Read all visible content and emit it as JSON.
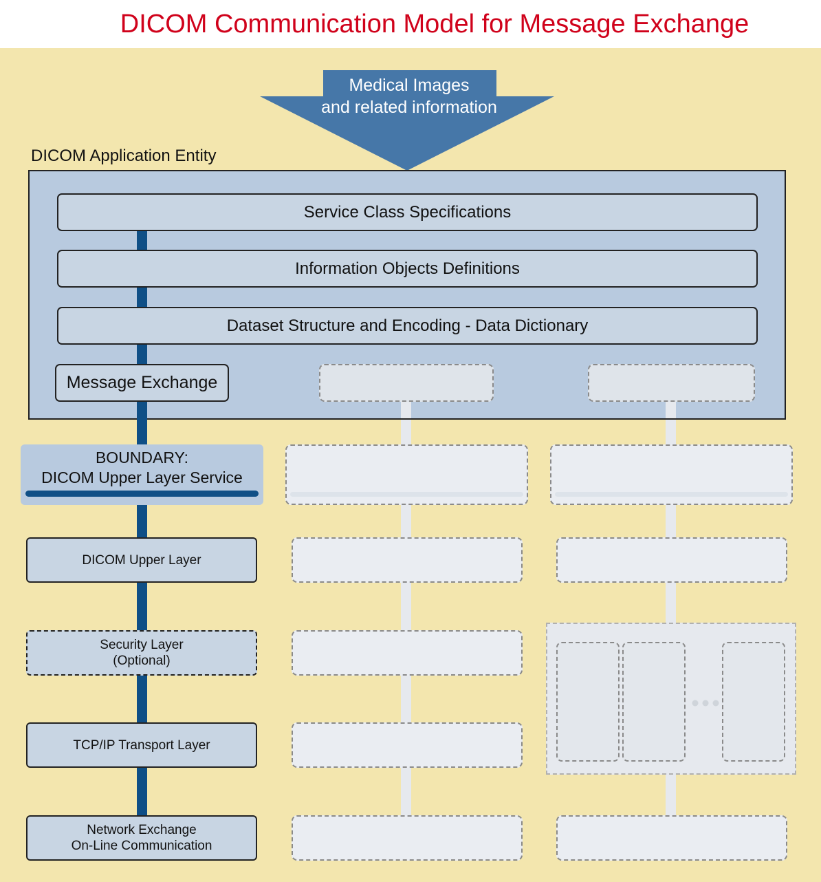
{
  "title": "DICOM Communication Model for Message Exchange",
  "input_arrow": {
    "line1": "Medical Images",
    "line2": "and related information"
  },
  "application_entity": {
    "label": "DICOM Application Entity",
    "layers": [
      "Service Class Specifications",
      "Information Objects Definitions",
      "Dataset Structure and Encoding - Data Dictionary"
    ],
    "message_exchange": "Message Exchange"
  },
  "boundary": {
    "line1": "BOUNDARY:",
    "line2": "DICOM Upper Layer Service"
  },
  "stack": {
    "upper_layer": "DICOM Upper Layer",
    "security_line1": "Security Layer",
    "security_line2": "(Optional)",
    "transport": "TCP/IP Transport Layer",
    "network_line1": "Network Exchange",
    "network_line2": "On-Line Communication"
  },
  "colors": {
    "title": "#d0021b",
    "background": "#f3e6ae",
    "ae_fill": "#b8cadf",
    "pipe": "#0f4f86",
    "arrow": "#4677a8"
  }
}
